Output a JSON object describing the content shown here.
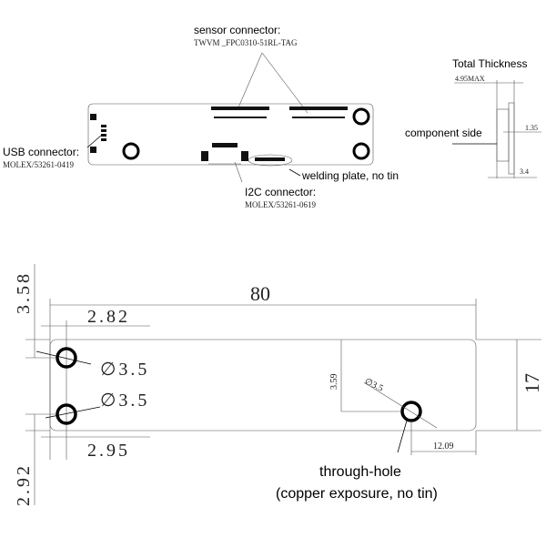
{
  "top_view": {
    "sensor_connector_label": "sensor connector:",
    "sensor_connector_part": "TWVM _FPC0310-51RL-TAG",
    "usb_connector_label": "USB connector:",
    "usb_connector_part": "MOLEX/53261-0419",
    "i2c_connector_label": "I2C connector:",
    "i2c_connector_part": "MOLEX/53261-0619",
    "welding_plate_label": "welding plate, no tin"
  },
  "side_view": {
    "title": "Total Thickness",
    "total_thickness": "4.95MAX",
    "component_side_label": "component side",
    "board_thickness": "1.35",
    "component_height": "3.4"
  },
  "dimension_view": {
    "length": "80",
    "width": "17",
    "hole1_x": "2.82",
    "hole1_y": "3.58",
    "hole2_x": "2.95",
    "hole2_y": "2.92",
    "hole_diameter_1": "∅3.5",
    "hole_diameter_2": "∅3.5",
    "hole3_diameter": "∅3.5",
    "hole3_y": "3.59",
    "hole3_x": "12.09",
    "through_hole_label": "through-hole",
    "through_hole_note": "(copper exposure, no tin)"
  }
}
